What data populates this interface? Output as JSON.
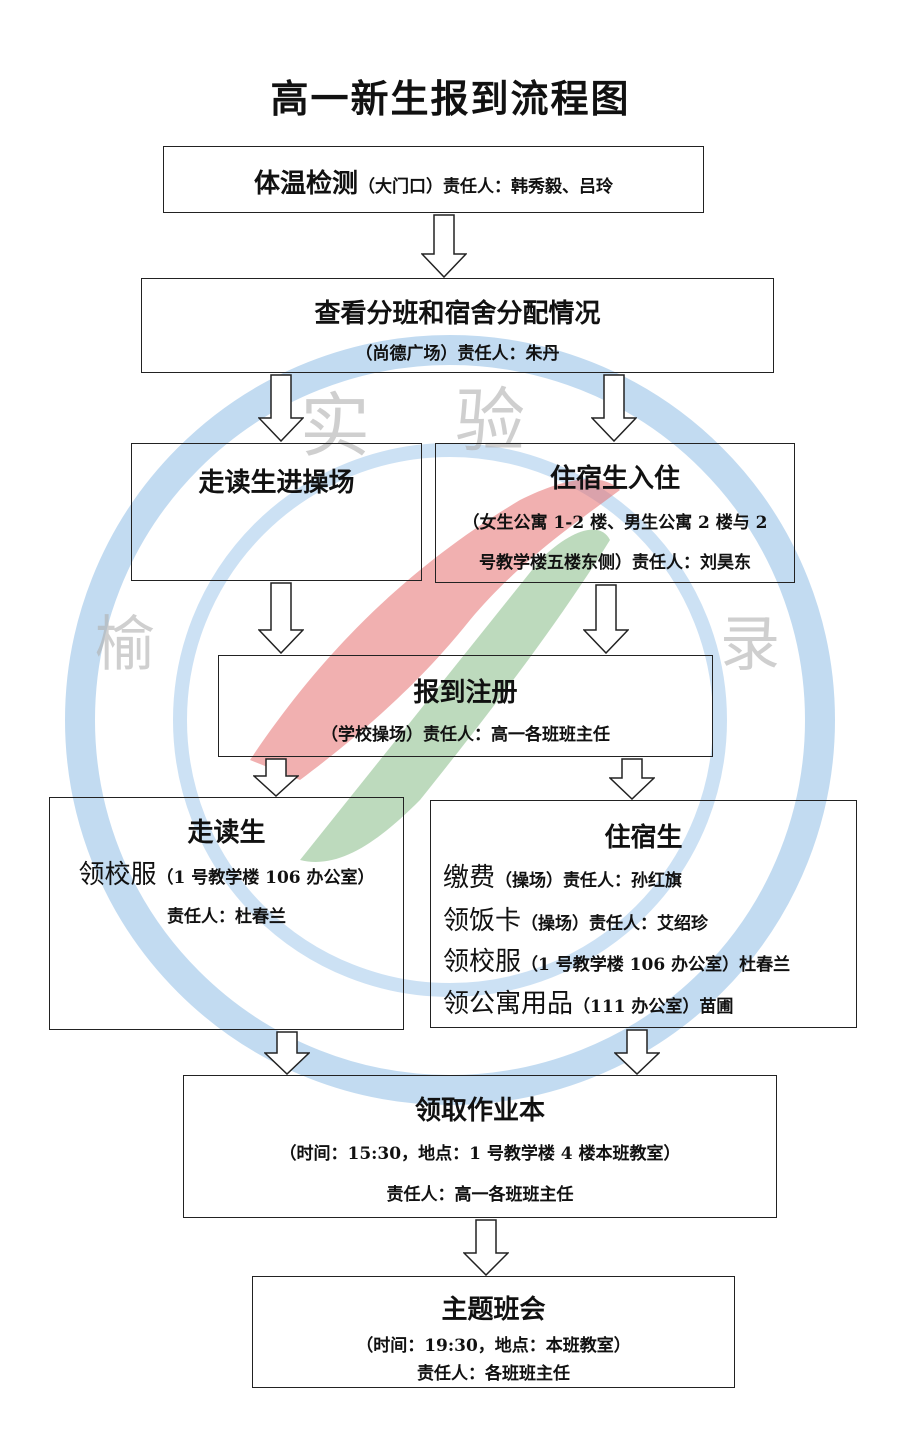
{
  "title": "高一新生报到流程图",
  "watermark": {
    "chars": [
      "实",
      "验",
      "榆",
      "录"
    ],
    "ring_color": "#6fa8dc",
    "accent_color": "#e04a4a",
    "green_color": "#4c9a4c"
  },
  "steps": {
    "temperature": {
      "main": "体温检测",
      "note": "（大门口）责任人：韩秀毅、吕玲"
    },
    "check_class": {
      "main": "查看分班和宿舍分配情况",
      "note": "（尚德广场）责任人：朱丹"
    },
    "day_student_field": {
      "main": "走读生进操场"
    },
    "boarding_checkin": {
      "main": "住宿生入住",
      "note1": "（女生公寓 1-2 楼、男生公寓 2 楼与 2",
      "note2": "号教学楼五楼东侧）责任人：刘昊东"
    },
    "register": {
      "main": "报到注册",
      "note": "（学校操场）责任人：高一各班班主任"
    },
    "day_student": {
      "main": "走读生",
      "item_main": "领校服",
      "item_note": "（1 号教学楼 106 办公室）",
      "person": "责任人：杜春兰"
    },
    "boarding_student": {
      "main": "住宿生",
      "items": [
        {
          "main": "缴费",
          "note": "（操场）责任人：孙红旗"
        },
        {
          "main": "领饭卡",
          "note": "（操场）责任人：艾绍珍"
        },
        {
          "main": "领校服",
          "note": "（1 号教学楼 106 办公室）杜春兰"
        },
        {
          "main": "领公寓用品",
          "note": "（111 办公室）苗圃"
        }
      ]
    },
    "homework": {
      "main": "领取作业本",
      "note": "（时间：15:30，地点：1 号教学楼 4 楼本班教室）",
      "person": "责任人：高一各班班主任"
    },
    "class_meeting": {
      "main": "主题班会",
      "note": "（时间：19:30，地点：本班教室）",
      "person": "责任人：各班班主任"
    }
  }
}
